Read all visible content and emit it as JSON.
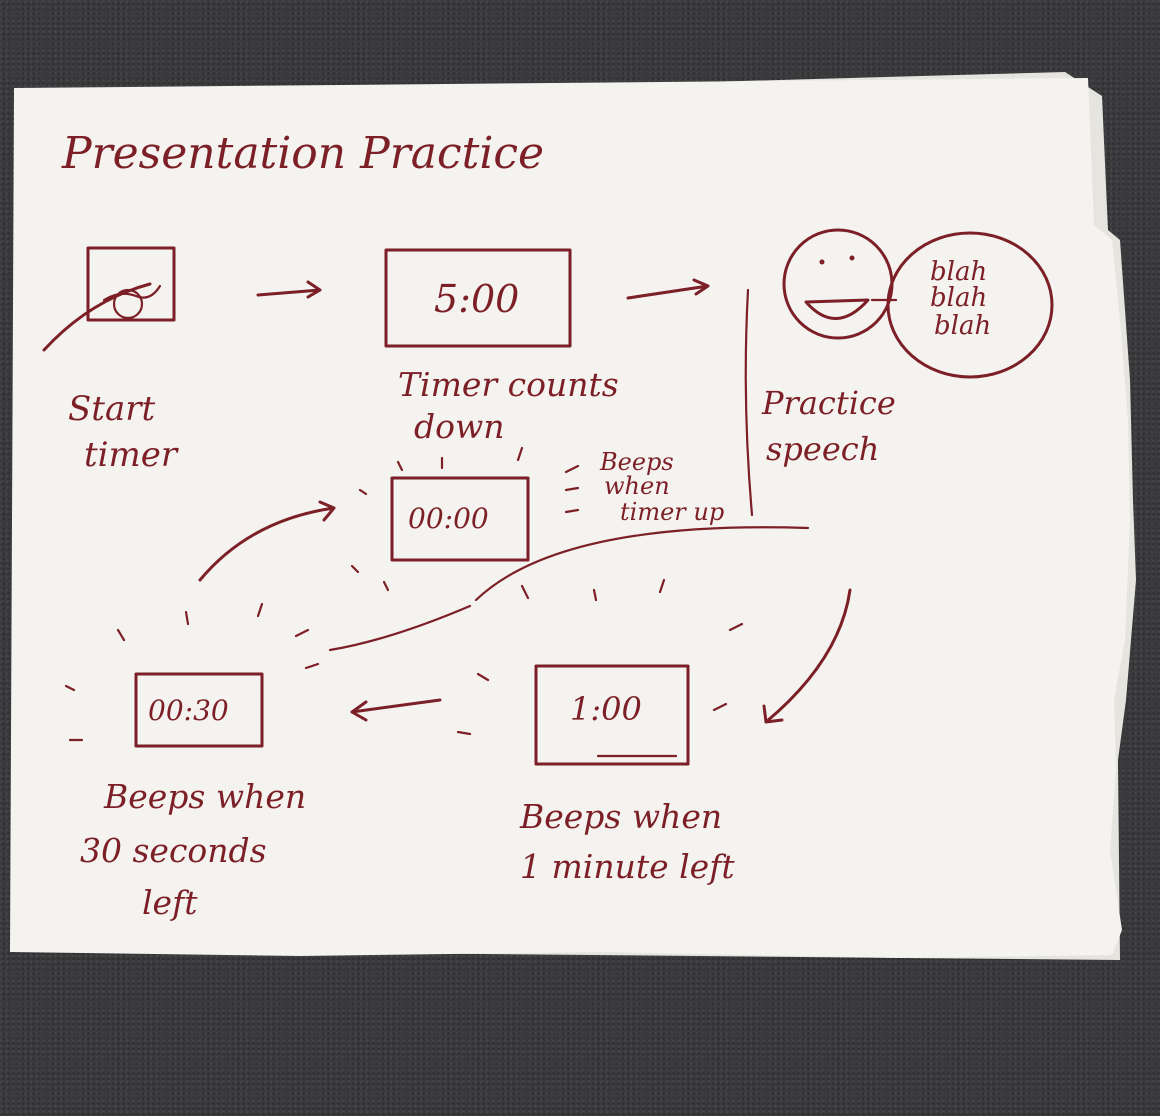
{
  "title": "Presentation Practice",
  "ink_color": "#7c1f27",
  "paper_color": "#f4f3ef",
  "background_color": "#3a3b3d",
  "steps": {
    "start": {
      "label_line1": "Start",
      "label_line2": "timer",
      "icon": "crossed-out-button-icon"
    },
    "countdown": {
      "display": "5:00",
      "label_line1": "Timer counts",
      "label_line2": "down"
    },
    "practice": {
      "label_line1": "Practice",
      "label_line2": "speech",
      "bubble_lines": [
        "blah",
        "blah",
        "blah"
      ]
    },
    "one_minute": {
      "display": "1:00",
      "label_line1": "Beeps when",
      "label_line2": "1 minute left"
    },
    "thirty_seconds": {
      "display": "00:30",
      "label_line1": "Beeps when",
      "label_line2": "30 seconds",
      "label_line3": "left"
    },
    "times_up": {
      "display": "00:00",
      "note_lines": [
        "Beeps",
        "when",
        "timer up"
      ]
    }
  }
}
